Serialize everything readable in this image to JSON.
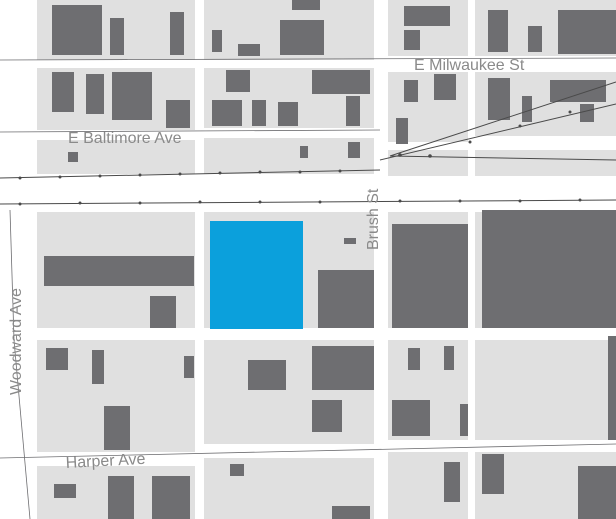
{
  "map": {
    "colors": {
      "background": "#ffffff",
      "parcel": "#e0e0e0",
      "building": "#6e6e71",
      "highlight": "#0ba0dc",
      "rail": "#4a4a4a",
      "label": "#8a8a8a"
    },
    "streets": {
      "e_milwaukee": "E Milwaukee St",
      "e_baltimore": "E Baltimore Ave",
      "brush": "Brush St",
      "woodward": "Woodward Ave",
      "harper": "Harper Ave"
    }
  }
}
